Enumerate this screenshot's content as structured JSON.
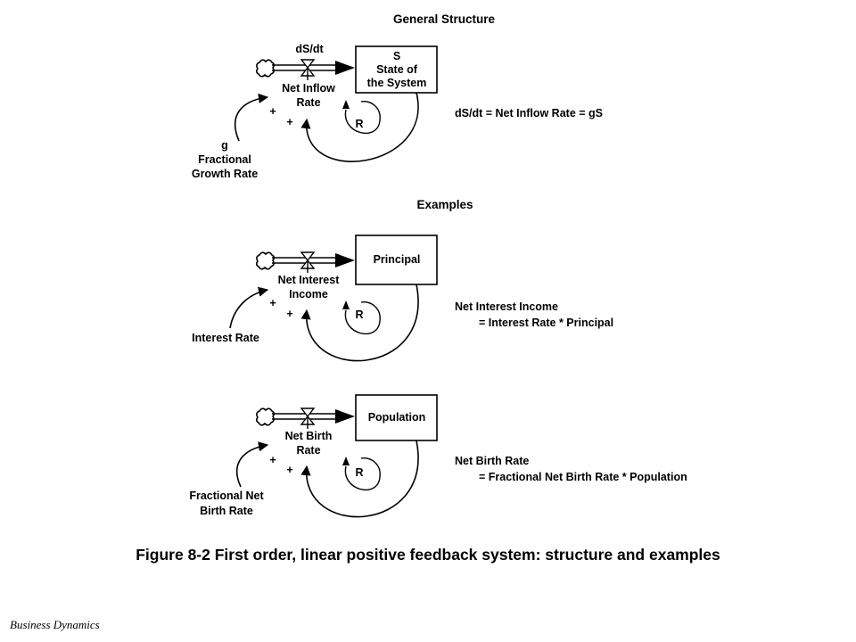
{
  "general": {
    "title": "General Structure",
    "flow_label": "dS/dt",
    "stock": [
      "S",
      "State of",
      "the System"
    ],
    "rate": [
      "Net Inflow",
      "Rate"
    ],
    "aux": [
      "g",
      "Fractional",
      "Growth Rate"
    ],
    "loop": "R",
    "plus": "+",
    "equation": [
      "dS/dt = Net Inflow Rate = gS"
    ]
  },
  "examples_title": "Examples",
  "principal": {
    "stock": [
      "Principal"
    ],
    "rate": [
      "Net Interest",
      "Income"
    ],
    "aux": [
      "Interest Rate"
    ],
    "loop": "R",
    "plus": "+",
    "equation": [
      "Net Interest Income",
      "= Interest Rate * Principal"
    ]
  },
  "population": {
    "stock": [
      "Population"
    ],
    "rate": [
      "Net Birth",
      "Rate"
    ],
    "aux": [
      "Fractional Net",
      "Birth Rate"
    ],
    "loop": "R",
    "plus": "+",
    "equation": [
      "Net Birth Rate",
      "= Fractional Net Birth Rate * Population"
    ]
  },
  "caption": "Figure 8-2  First order, linear positive feedback system: structure and examples",
  "footer": "Business Dynamics"
}
